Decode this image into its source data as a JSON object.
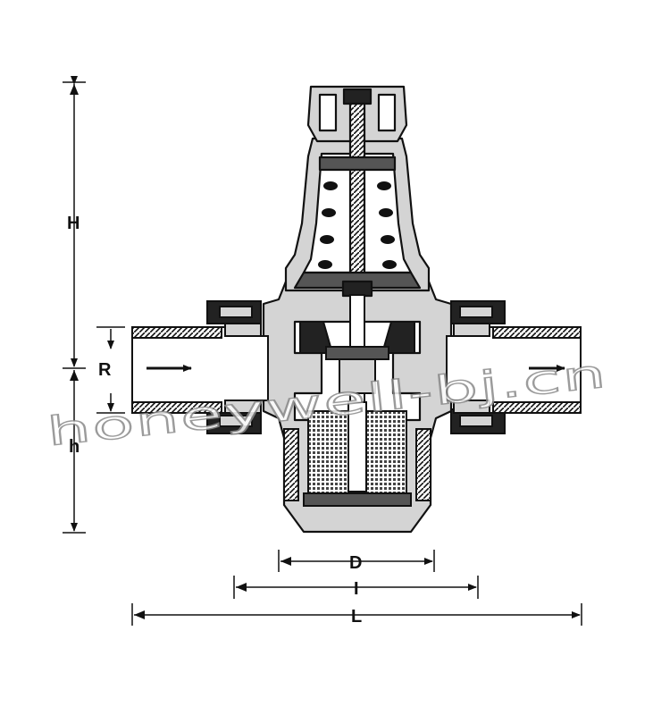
{
  "dimensions": {
    "H": "H",
    "R": "R",
    "h": "h",
    "D": "D",
    "I": "I",
    "L": "L"
  },
  "watermark": "honeywell-bj.cn",
  "colors": {
    "line": "#111111",
    "body_fill": "#d4d4d4",
    "dark_fill": "#222222",
    "screen_fill": "#6e6e6e"
  }
}
